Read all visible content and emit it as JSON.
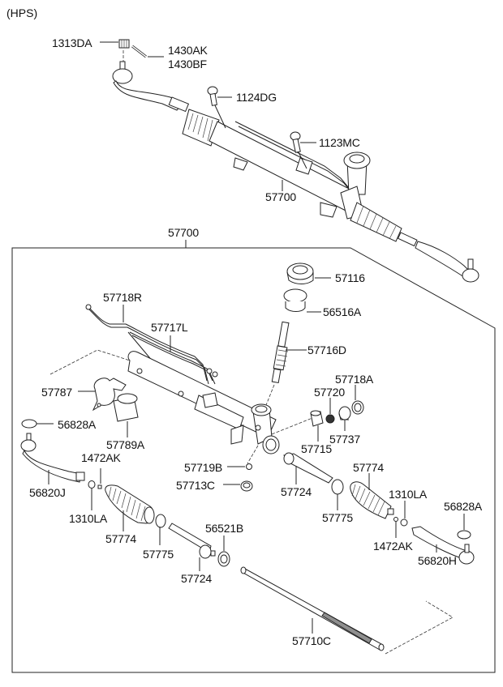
{
  "header": {
    "variant": "(HPS)"
  },
  "assembly": {
    "part_number": "57700",
    "parts_top": [
      {
        "id": "1313DA",
        "label": "1313DA"
      },
      {
        "id": "1430AK",
        "label": "1430AK"
      },
      {
        "id": "1430BF",
        "label": "1430BF"
      },
      {
        "id": "1124DG",
        "label": "1124DG"
      },
      {
        "id": "1123MC",
        "label": "1123MC"
      },
      {
        "id": "57700",
        "label": "57700"
      }
    ],
    "parts_box": [
      {
        "id": "57116",
        "label": "57116"
      },
      {
        "id": "56516A",
        "label": "56516A"
      },
      {
        "id": "57718R",
        "label": "57718R"
      },
      {
        "id": "57717L",
        "label": "57717L"
      },
      {
        "id": "57716D",
        "label": "57716D"
      },
      {
        "id": "57718A",
        "label": "57718A"
      },
      {
        "id": "57720",
        "label": "57720"
      },
      {
        "id": "57787",
        "label": "57787"
      },
      {
        "id": "57737",
        "label": "57737"
      },
      {
        "id": "56828A_L",
        "label": "56828A"
      },
      {
        "id": "57789A",
        "label": "57789A"
      },
      {
        "id": "57715",
        "label": "57715"
      },
      {
        "id": "1472AK_L",
        "label": "1472AK"
      },
      {
        "id": "57719B",
        "label": "57719B"
      },
      {
        "id": "57774_R",
        "label": "57774"
      },
      {
        "id": "56820J",
        "label": "56820J"
      },
      {
        "id": "57713C",
        "label": "57713C"
      },
      {
        "id": "57724_R",
        "label": "57724"
      },
      {
        "id": "1310LA_R",
        "label": "1310LA"
      },
      {
        "id": "56828A_R",
        "label": "56828A"
      },
      {
        "id": "1310LA_L",
        "label": "1310LA"
      },
      {
        "id": "57775_R",
        "label": "57775"
      },
      {
        "id": "57774_L",
        "label": "57774"
      },
      {
        "id": "56521B",
        "label": "56521B"
      },
      {
        "id": "57775_L",
        "label": "57775"
      },
      {
        "id": "1472AK_R",
        "label": "1472AK"
      },
      {
        "id": "57724_L",
        "label": "57724"
      },
      {
        "id": "56820H",
        "label": "56820H"
      },
      {
        "id": "57710C",
        "label": "57710C"
      }
    ]
  }
}
